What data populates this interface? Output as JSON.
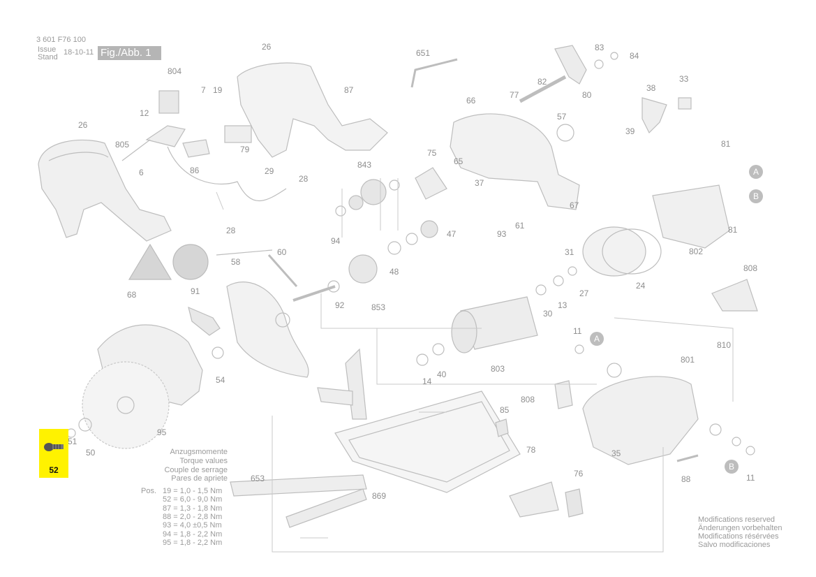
{
  "header": {
    "part_number": "3 601 F76 100",
    "issue_label": "Issue",
    "stand_label": "Stand",
    "date": "18-10-11",
    "figure_label": "Fig./Abb. 1"
  },
  "callouts": [
    "26",
    "804",
    "7",
    "19",
    "87",
    "12",
    "79",
    "805",
    "6",
    "86",
    "29",
    "28",
    "28",
    "26",
    "651",
    "83",
    "84",
    "82",
    "80",
    "77",
    "66",
    "57",
    "38",
    "33",
    "39",
    "75",
    "843",
    "65",
    "37",
    "81",
    "67",
    "61",
    "93",
    "47",
    "94",
    "48",
    "60",
    "58",
    "92",
    "853",
    "91",
    "68",
    "54",
    "95",
    "51",
    "50",
    "52",
    "31",
    "27",
    "24",
    "30",
    "13",
    "803",
    "14",
    "40",
    "11",
    "801",
    "810",
    "808",
    "85",
    "78",
    "76",
    "88",
    "35",
    "11",
    "869",
    "653",
    "802",
    "81",
    "808"
  ],
  "badges": [
    "A",
    "B",
    "A",
    "B"
  ],
  "highlight": {
    "part": "52",
    "color": "#fff200"
  },
  "torque": {
    "title_de": "Anzugsmomente",
    "title_en": "Torque values",
    "title_fr": "Couple de serrage",
    "title_es": "Pares de apriete",
    "pos_label": "Pos.",
    "rows": [
      "19 = 1,0 - 1,5 Nm",
      "52 = 6,0 - 9,0 Nm",
      "87 = 1,3 - 1,8 Nm",
      "88 = 2,0 - 2,8 Nm",
      "93 = 4,0 ±0,5 Nm",
      "94 = 1,8 - 2,2 Nm",
      "95 = 1,8 - 2,2 Nm"
    ]
  },
  "footer": {
    "lines": [
      "Modifications reserved",
      "Änderungen vorbehalten",
      "Modifications résérvées",
      "Salvo modificaciones"
    ]
  }
}
